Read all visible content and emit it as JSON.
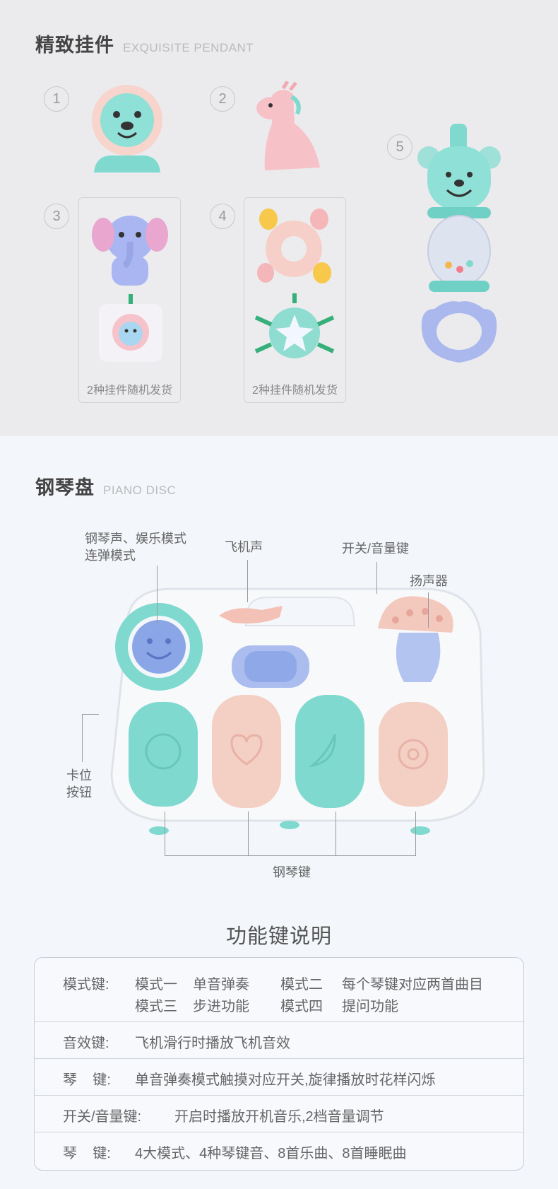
{
  "section1": {
    "title_zh": "精致挂件",
    "title_en": "EXQUISITE PENDANT",
    "numbers": [
      "1",
      "2",
      "3",
      "4",
      "5"
    ],
    "caption_3": "2种挂件随机发货",
    "caption_4": "2种挂件随机发货"
  },
  "section2": {
    "title_zh": "钢琴盘",
    "title_en": "PIANO DISC",
    "labels": {
      "mode_line1": "钢琴声、娱乐模式",
      "mode_line2": "连弹模式",
      "plane": "飞机声",
      "switch": "开关/音量键",
      "speaker": "扬声器",
      "clip_line1": "卡位",
      "clip_line2": "按钮",
      "keys": "钢琴键"
    }
  },
  "functions": {
    "title": "功能键说明",
    "rows": [
      {
        "key": "模式键:",
        "lines": [
          [
            "模式一",
            "单音弹奏",
            "模式二",
            "每个琴键对应两首曲目"
          ],
          [
            "模式三",
            "步进功能",
            "模式四",
            "提问功能"
          ]
        ]
      },
      {
        "key": "音效键:",
        "value": "飞机滑行时播放飞机音效"
      },
      {
        "key": "琴    键:",
        "value": "单音弹奏模式触摸对应开关,旋律播放时花样闪烁"
      },
      {
        "key": "开关/音量键:",
        "value": "开启时播放开机音乐,2档音量调节"
      },
      {
        "key": "琴    键:",
        "value": "4大模式、4种琴键音、8首乐曲、8首睡眠曲"
      }
    ]
  },
  "colors": {
    "mint": "#7fd9cf",
    "pink": "#f4c9c0",
    "blue": "#9fb8ee",
    "lavender": "#b9c4f2"
  }
}
